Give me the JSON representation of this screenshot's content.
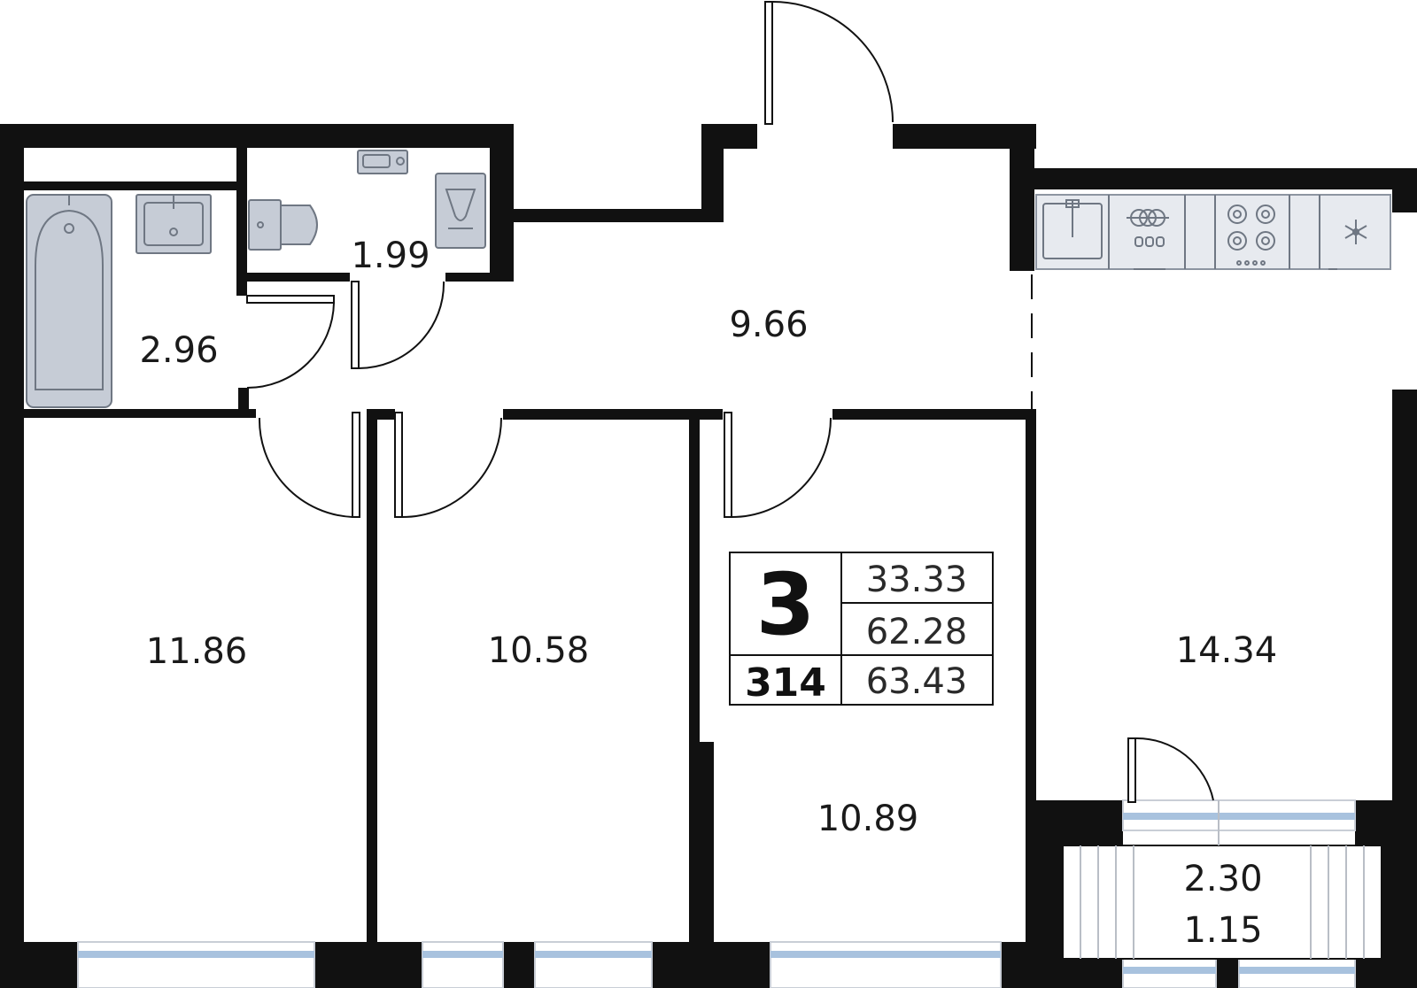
{
  "rooms": {
    "bathroom": "2.96",
    "wc": "1.99",
    "hallway": "9.66",
    "kitchen": "14.34",
    "bedroom_left": "11.86",
    "bedroom_middle": "10.58",
    "bedroom_right": "10.89",
    "balcony_area": "2.30",
    "balcony_coeff": "1.15"
  },
  "summary": {
    "rooms_count": "3",
    "apartment_number": "314",
    "living_area": "33.33",
    "total_area": "62.28",
    "total_area_with_balcony": "63.43"
  },
  "icons": [
    "bathtub-icon",
    "sink-icon",
    "toilet-icon",
    "washing-machine-icon",
    "hob-icon",
    "fridge-snowflake-icon"
  ]
}
